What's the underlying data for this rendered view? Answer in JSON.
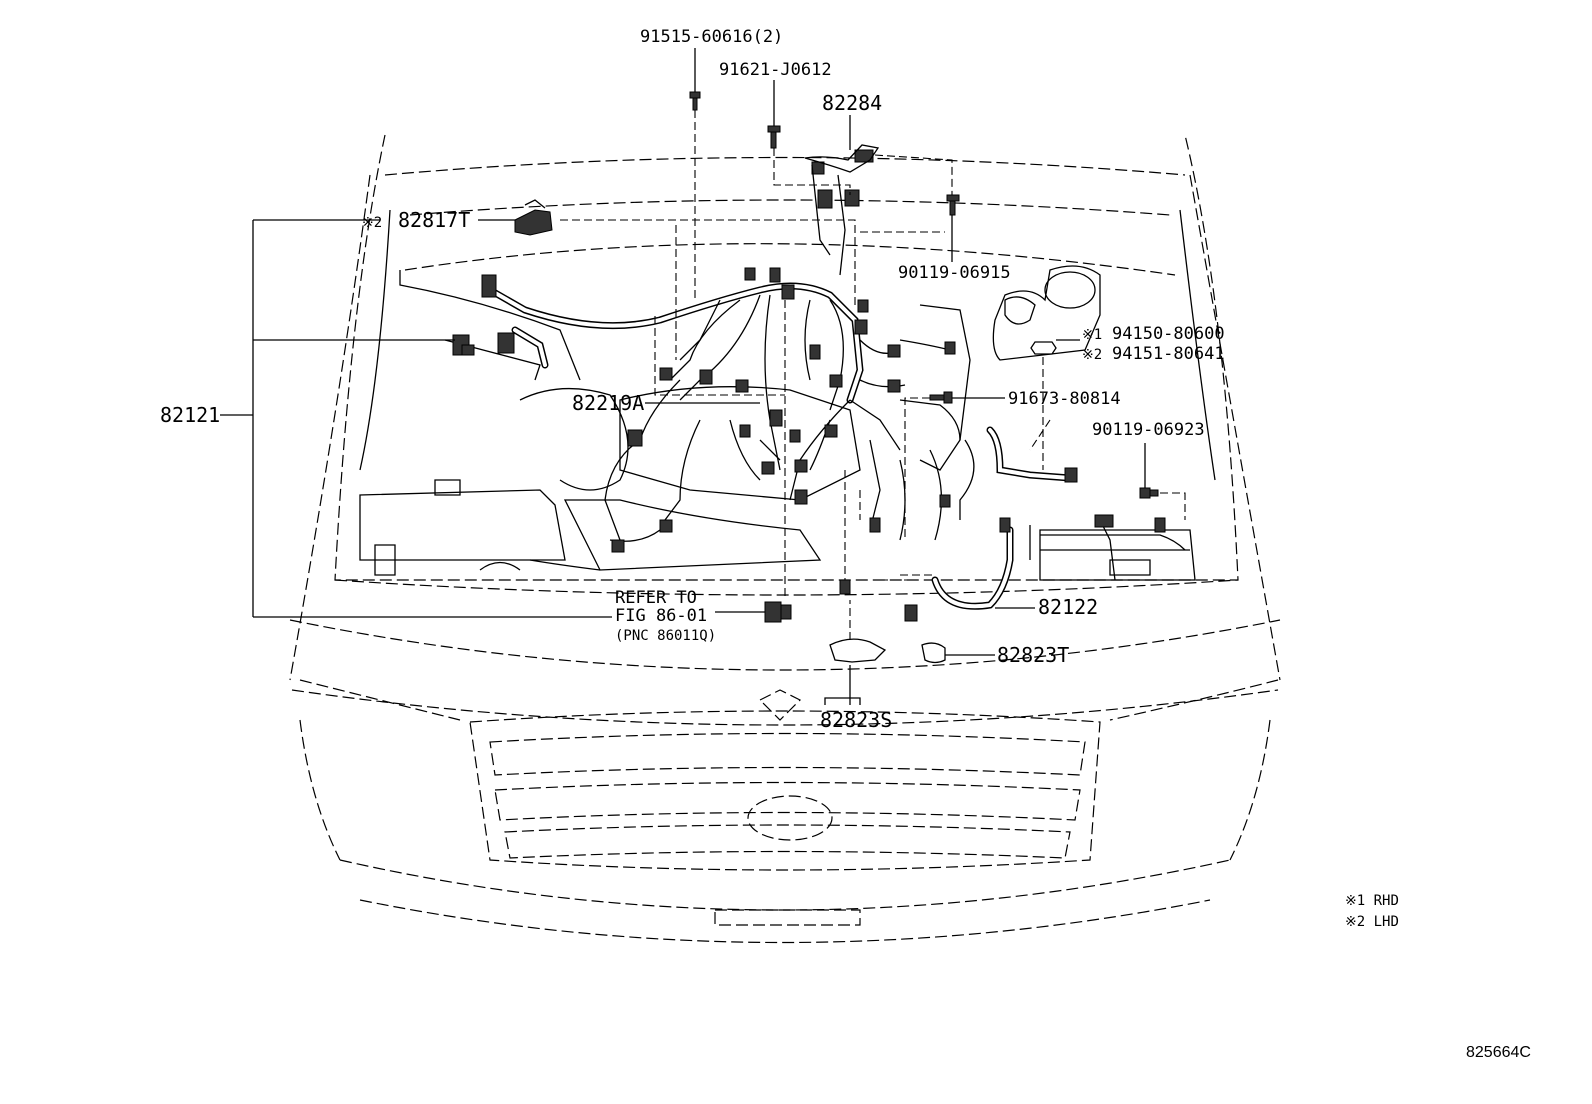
{
  "diagram": {
    "labels": {
      "bolt_a": "91515-60616(2)",
      "bolt_b": "91621-J0612",
      "cover": "82284",
      "clamp_prefix": "※2",
      "clamp": "82817T",
      "bolt_c": "90119-06915",
      "nut_rhd_prefix": "※1",
      "nut_rhd": "94150-80600",
      "nut_lhd_prefix": "※2",
      "nut_lhd": "94151-80641",
      "bolt_d": "91673-80814",
      "bolt_e": "90119-06923",
      "harness_main": "82121",
      "harness_engine": "82219A",
      "refer_line1": "REFER TO",
      "refer_line2": "FIG 86-01",
      "refer_line3": "(PNC 86011Q)",
      "harness_battery": "82122",
      "protector_t": "82823T",
      "protector_s": "82823S"
    },
    "legend": {
      "rhd": "※1 RHD",
      "lhd": "※2 LHD"
    },
    "code": "825664C"
  }
}
